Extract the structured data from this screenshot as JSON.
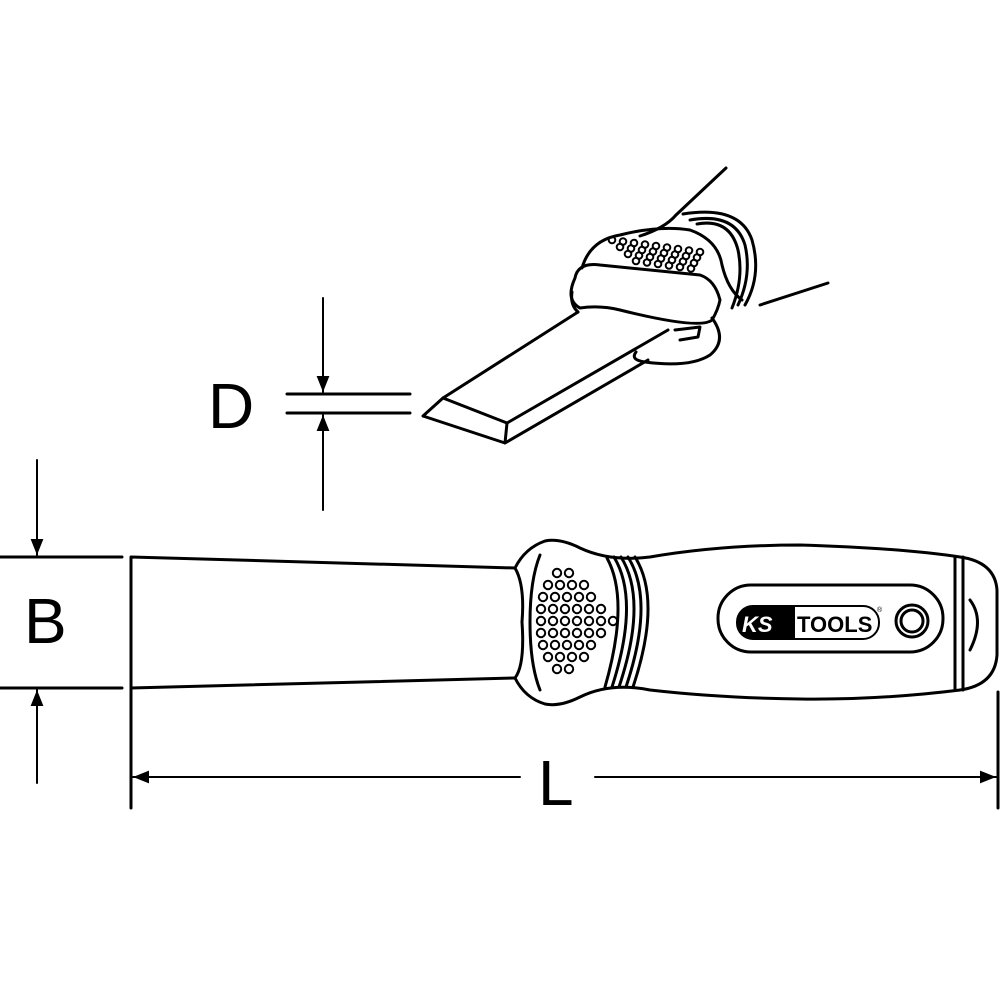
{
  "dimensions": {
    "depth_label": "D",
    "width_label": "B",
    "length_label": "L"
  },
  "logo": {
    "brand_ks": "KS",
    "brand_tools": "TOOLS",
    "registered": "®"
  },
  "colors": {
    "line": "#000000",
    "background": "#ffffff"
  }
}
